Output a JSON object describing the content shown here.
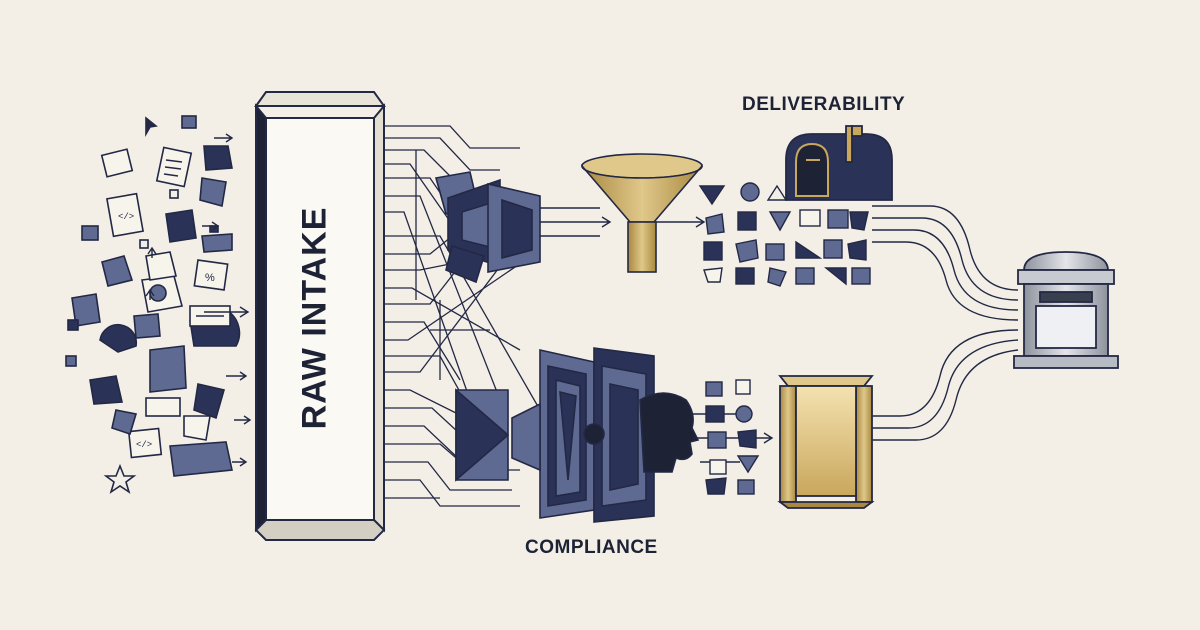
{
  "labels": {
    "intake": "RAW INTAKE",
    "deliverability": "DELIVERABILITY",
    "compliance": "COMPLIANCE"
  },
  "colors": {
    "background": "#f3efe6",
    "navy": "#2a3357",
    "slate": "#5e6a92",
    "gold": "#c9a75c",
    "ink": "#1d2235",
    "outline": "#232845",
    "steel": "#a8acb5"
  },
  "icons": {
    "intake": "intake-pillar-icon",
    "deliverability_filter": "funnel-icon",
    "deliverability_endpoint": "mailbox-icon",
    "compliance_filter": "geometric-prism-icon",
    "compliance_review": "human-head-icon",
    "compliance_endpoint": "golden-doorway-icon",
    "destination": "post-box-icon"
  }
}
